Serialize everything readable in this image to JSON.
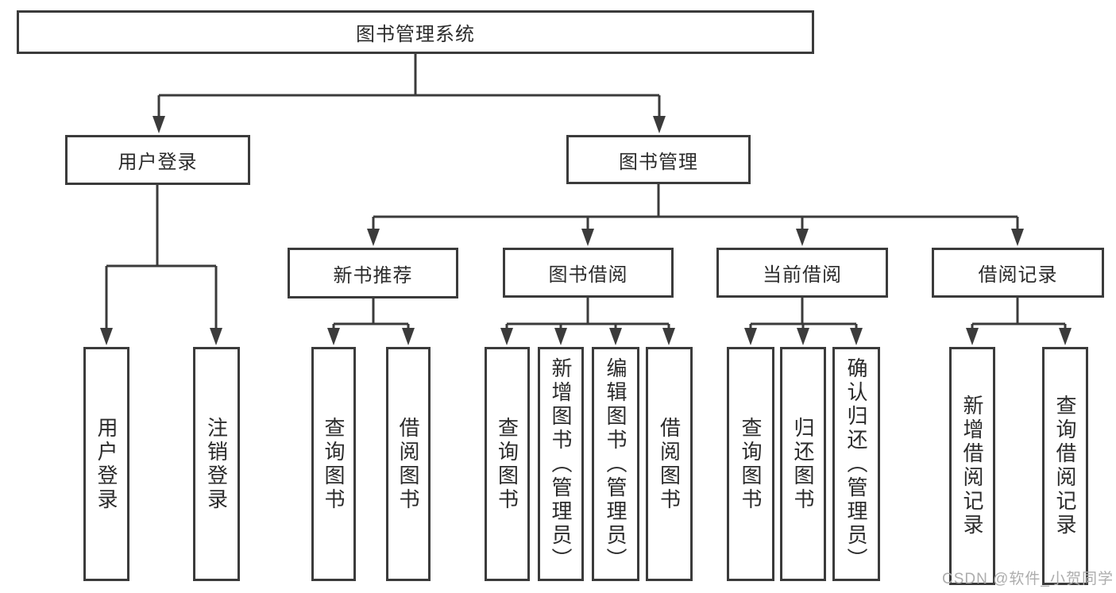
{
  "title": "图书管理系统",
  "watermark": "CSDN @软件_小贺同学",
  "colors": {
    "line": "#3b3b3b",
    "box_border": "#3b3b3b",
    "text": "#2b2b2b",
    "background": "#ffffff",
    "watermark": "#adadad"
  },
  "tree": {
    "root": {
      "label": "图书管理系统"
    },
    "branches": [
      {
        "label": "用户登录",
        "leaves": [
          {
            "label": "用户登录"
          },
          {
            "label": "注销登录"
          }
        ]
      },
      {
        "label": "图书管理",
        "groups": [
          {
            "label": "新书推荐",
            "leaves": [
              {
                "label": "查询图书"
              },
              {
                "label": "借阅图书"
              }
            ]
          },
          {
            "label": "图书借阅",
            "leaves": [
              {
                "label": "查询图书"
              },
              {
                "label": "新增图书（管理员）"
              },
              {
                "label": "编辑图书（管理员）"
              },
              {
                "label": "借阅图书"
              }
            ]
          },
          {
            "label": "当前借阅",
            "leaves": [
              {
                "label": "查询图书"
              },
              {
                "label": "归还图书"
              },
              {
                "label": "确认归还（管理员）"
              }
            ]
          },
          {
            "label": "借阅记录",
            "leaves": [
              {
                "label": "新增借阅记录"
              },
              {
                "label": "查询借阅记录"
              }
            ]
          }
        ]
      }
    ]
  }
}
